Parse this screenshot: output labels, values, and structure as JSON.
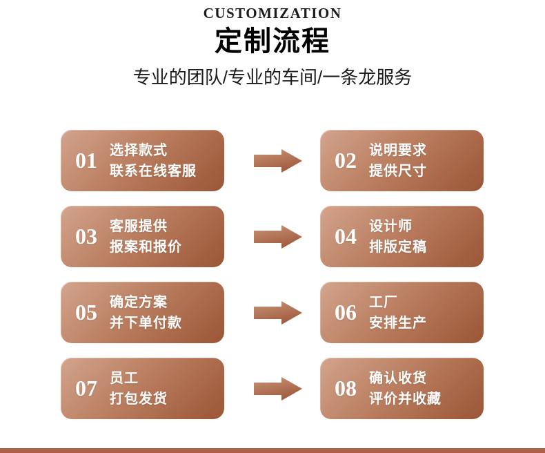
{
  "header": {
    "title_en": "CUSTOMIZATION",
    "title_cn": "定制流程",
    "subtitle": "专业的团队/专业的车间/一条龙服务"
  },
  "steps": [
    {
      "num": "01",
      "line1": "选择款式",
      "line2": "联系在线客服"
    },
    {
      "num": "02",
      "line1": "说明要求",
      "line2": "提供尺寸"
    },
    {
      "num": "03",
      "line1": "客服提供",
      "line2": "报案和报价"
    },
    {
      "num": "04",
      "line1": "设计师",
      "line2": "排版定稿"
    },
    {
      "num": "05",
      "line1": "确定方案",
      "line2": "并下单付款"
    },
    {
      "num": "06",
      "line1": "工厂",
      "line2": "安排生产"
    },
    {
      "num": "07",
      "line1": "员工",
      "line2": "打包发货"
    },
    {
      "num": "08",
      "line1": "确认收货",
      "line2": "评价并收藏"
    }
  ],
  "colors": {
    "box_grad_light": "#d2a48d",
    "box_grad_mid": "#b97c5e",
    "box_grad_dark": "#9b5636",
    "arrow_light": "#c79478",
    "arrow_dark": "#a25c3e",
    "accent_bar": "#ae6045"
  }
}
